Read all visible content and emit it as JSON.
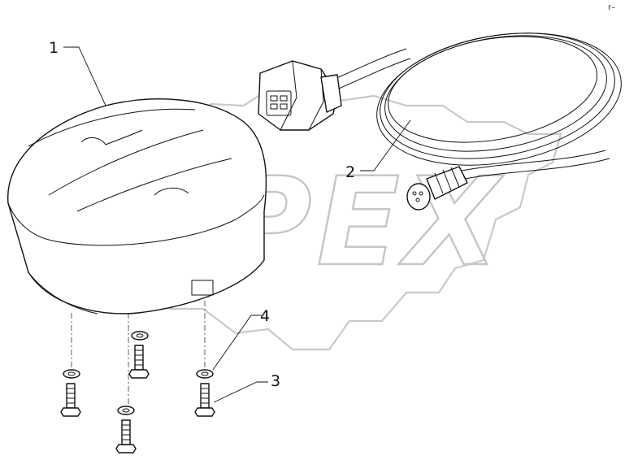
{
  "diagram": {
    "corner_mark": "r–",
    "watermark": "OPEX",
    "callouts": [
      {
        "id": "1",
        "label": "1"
      },
      {
        "id": "2",
        "label": "2"
      },
      {
        "id": "3",
        "label": "3"
      },
      {
        "id": "4",
        "label": "4"
      }
    ]
  }
}
